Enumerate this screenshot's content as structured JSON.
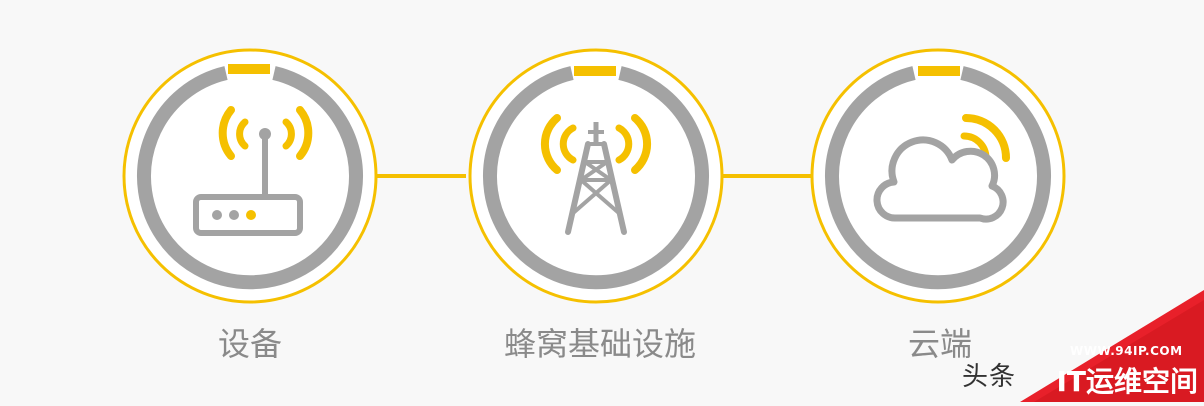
{
  "colors": {
    "accent": "#f5c000",
    "icon_gray": "#a3a3a3",
    "background": "#f8f8f8",
    "badge_red": "#e8202a"
  },
  "nodes": [
    {
      "label": "设备",
      "icon": "router-icon"
    },
    {
      "label": "蜂窝基础设施",
      "icon": "cell-tower-icon"
    },
    {
      "label": "云端",
      "icon": "cloud-icon"
    }
  ],
  "watermark": {
    "platform": "头条",
    "url": "WWW.94IP.COM",
    "name": "IT运维空间"
  }
}
